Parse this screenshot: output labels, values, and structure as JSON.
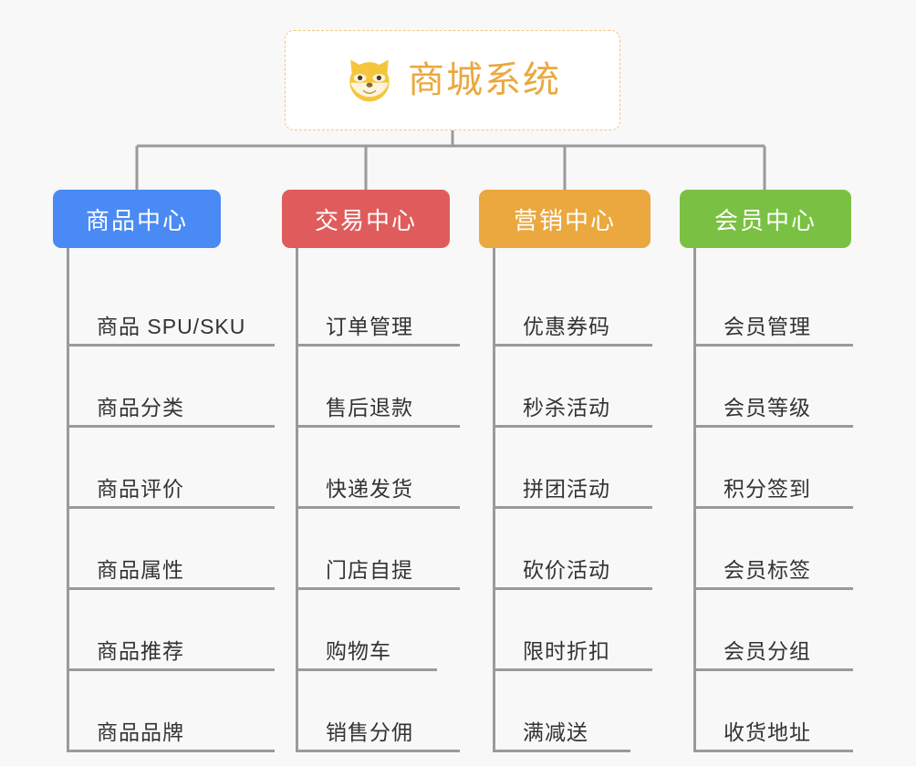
{
  "root": {
    "title": "商城系统",
    "icon": "shiba-dog-face-icon",
    "text_color": "#eaa83f",
    "border_color": "#f0c878",
    "background": "#ffffff"
  },
  "canvas": {
    "background": "#f8f8f8",
    "connector_color": "#9a9a9a"
  },
  "branches": [
    {
      "label": "商品中心",
      "color": "#4a8af4",
      "items": [
        "商品 SPU/SKU",
        "商品分类",
        "商品评价",
        "商品属性",
        "商品推荐",
        "商品品牌"
      ]
    },
    {
      "label": "交易中心",
      "color": "#e05c5c",
      "items": [
        "订单管理",
        "售后退款",
        "快递发货",
        "门店自提",
        "购物车",
        "销售分佣"
      ]
    },
    {
      "label": "营销中心",
      "color": "#eaa83f",
      "items": [
        "优惠券码",
        "秒杀活动",
        "拼团活动",
        "砍价活动",
        "限时折扣",
        "满减送"
      ]
    },
    {
      "label": "会员中心",
      "color": "#7ac143",
      "items": [
        "会员管理",
        "会员等级",
        "积分签到",
        "会员标签",
        "会员分组",
        "收货地址"
      ]
    }
  ]
}
